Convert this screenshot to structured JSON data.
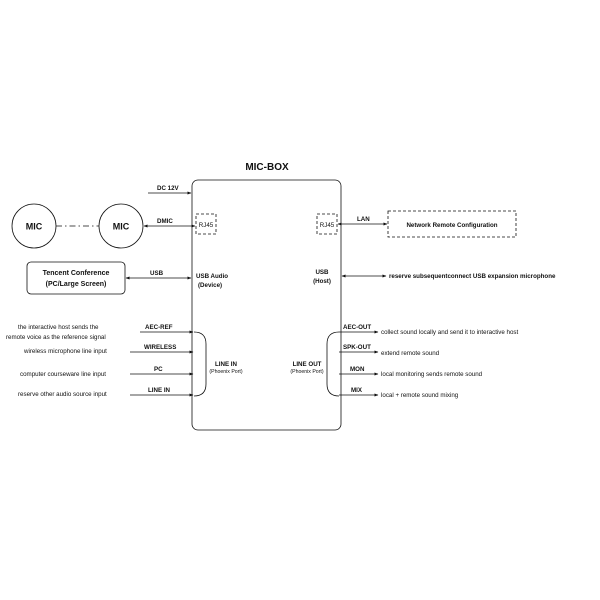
{
  "title": "MIC-BOX",
  "mic_left": "MIC",
  "mic_right": "MIC",
  "conference": {
    "line1": "Tencent Conference",
    "line2": "(PC/Large Screen)"
  },
  "network_box": "Network Remote Configuration",
  "box_labels": {
    "rj45_left": "RJ45",
    "rj45_right": "RJ45",
    "usb_audio_1": "USB Audio",
    "usb_audio_2": "(Device)",
    "usb_host_1": "USB",
    "usb_host_2": "(Host)",
    "line_in_1": "LINE IN",
    "line_in_2": "(Phoenix Port)",
    "line_out_1": "LINE OUT",
    "line_out_2": "(Phoenix Port)"
  },
  "signals": {
    "dc12v": "DC 12V",
    "dmic": "DMIC",
    "usb_left": "USB",
    "lan": "LAN",
    "aec_ref": "AEC-REF",
    "wireless": "WIRELESS",
    "pc": "PC",
    "line_in": "LINE IN",
    "aec_out": "AEC-OUT",
    "spk_out": "SPK-OUT",
    "mon": "MON",
    "mix": "MIX"
  },
  "descriptions": {
    "aec_ref_1": "the interactive host sends the",
    "aec_ref_2": "remote voice as the reference signal",
    "wireless": "wireless microphone line input",
    "pc": "computer courseware line input",
    "line_in": "reserve other audio source input",
    "usb_expansion": "reserve subsequentconnect USB expansion microphone",
    "aec_out": "collect sound locally and send it to interactive host",
    "spk_out": "extend remote sound",
    "mon": "local monitoring sends remote sound",
    "mix": "local + remote sound mixing"
  }
}
